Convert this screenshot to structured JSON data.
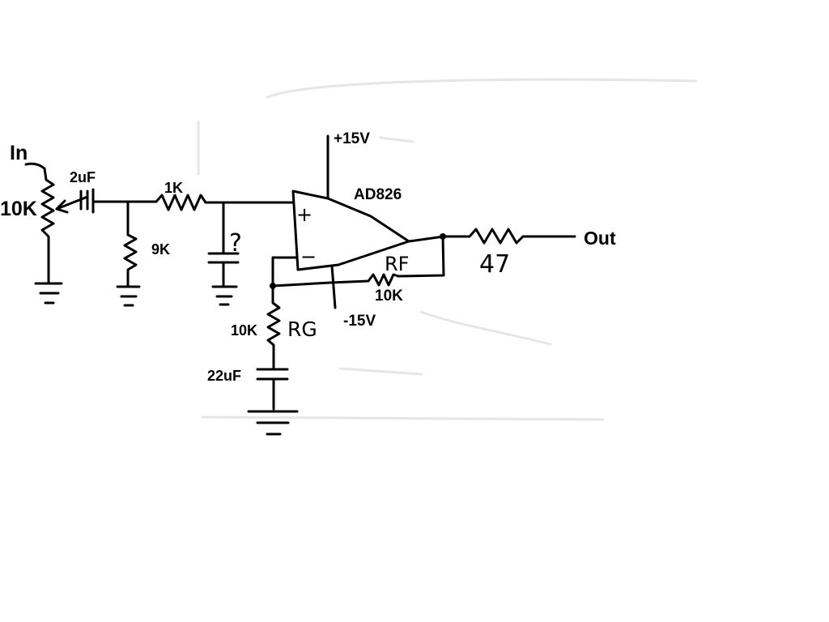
{
  "labels": {
    "input": "In",
    "pot": "10K",
    "cap_in": "2uF",
    "r_series": "1K",
    "r_shunt": "9K",
    "cap_unknown": "?",
    "supply_pos": "+15V",
    "supply_neg": "-15V",
    "opamp": "AD826",
    "plus": "+",
    "minus": "−",
    "rf_name": "RF",
    "rf_value": "10K",
    "rg_name": "RG",
    "rg_value": "10K",
    "cap_rg": "22uF",
    "r_out": "47",
    "output": "Out"
  }
}
